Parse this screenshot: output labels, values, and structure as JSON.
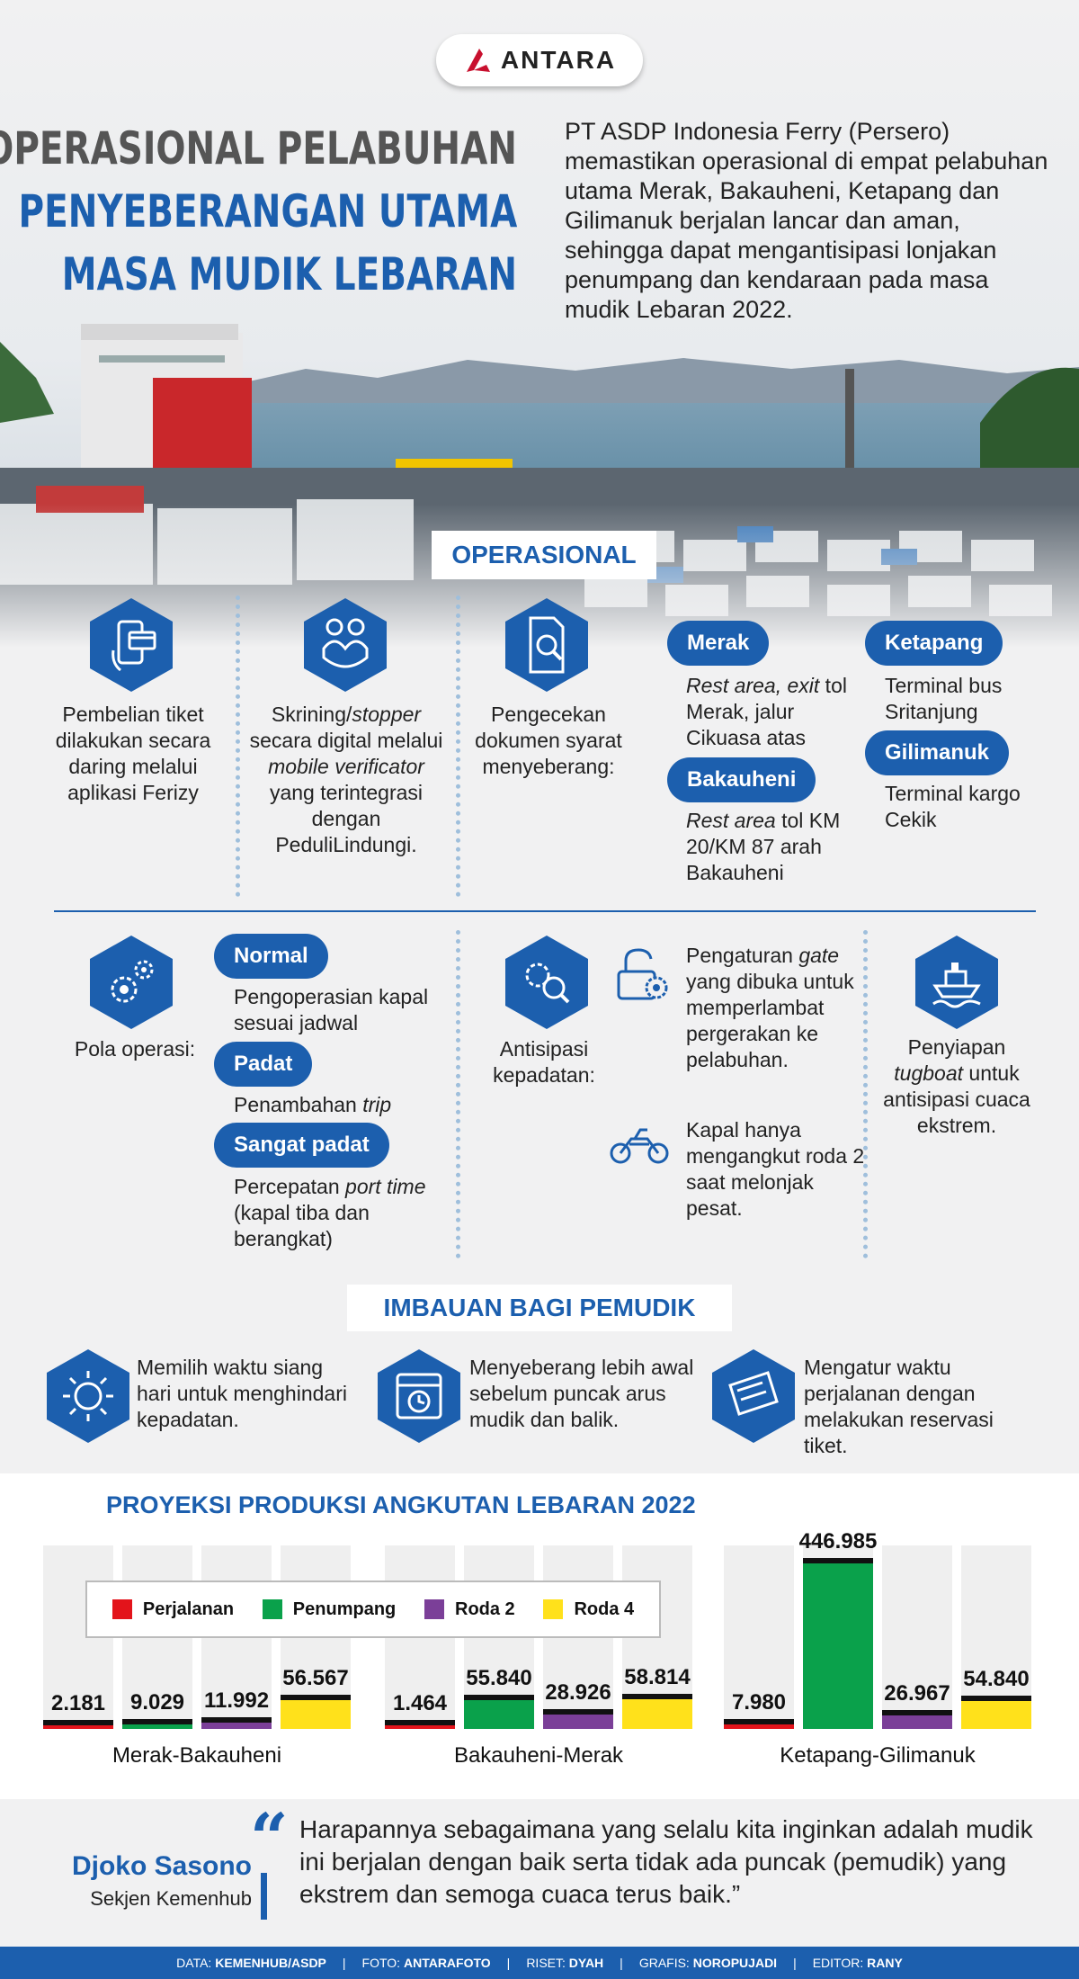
{
  "brand": "ANTARA",
  "title": [
    "OPERASIONAL PELABUHAN",
    "PENYEBERANGAN UTAMA",
    "MASA MUDIK LEBARAN"
  ],
  "intro": "PT ASDP Indonesia Ferry (Persero) memastikan operasional di empat pelabuhan utama Merak, Bakauheni, Ketapang dan Gilimanuk berjalan lancar dan aman, sehingga dapat mengantisipasi lonjakan penumpang dan kendaraan pada masa mudik Lebaran 2022.",
  "operasional": {
    "heading": "OPERASIONAL",
    "ticket": {
      "icon": "phone-card-icon",
      "text": "Pembelian tiket dilakukan secara daring melalui aplikasi Ferizy"
    },
    "screening": {
      "icon": "people-shield-icon",
      "pre": "Skrining/",
      "em1": "stopper",
      "mid": " secara digital melalui ",
      "em2": "mobile verificator",
      "post": " yang terintegrasi dengan PeduliLindungi."
    },
    "document": {
      "icon": "document-search-icon",
      "text": "Pengecekan dokumen syarat menyeberang:"
    },
    "locations": [
      {
        "name": "Merak",
        "em": "Rest area, exit",
        "text": " tol Merak, jalur Cikuasa atas"
      },
      {
        "name": "Bakauheni",
        "em": "Rest area",
        "text": " tol KM 20/KM 87 arah Bakauheni"
      },
      {
        "name": "Ketapang",
        "em": "",
        "text": "Terminal bus Sritanjung"
      },
      {
        "name": "Gilimanuk",
        "em": "",
        "text": "Terminal kargo Cekik"
      }
    ]
  },
  "pola": {
    "icon": "gears-icon",
    "label": "Pola operasi:",
    "modes": [
      {
        "name": "Normal",
        "text": "Pengoperasian kapal sesuai jadwal"
      },
      {
        "name": "Padat",
        "text": "Penambahan ",
        "em": "trip"
      },
      {
        "name": "Sangat padat",
        "text": "Percepatan ",
        "em": "port time",
        "post": " (kapal tiba dan berangkat)"
      }
    ]
  },
  "antisipasi": {
    "icon": "gear-search-icon",
    "label": "Antisipasi kepadatan:",
    "items": [
      {
        "icon": "lock-gear-icon",
        "pre": "Pengaturan ",
        "em": "gate",
        "post": " yang dibuka untuk memperlambat pergerakan ke pelabuhan."
      },
      {
        "icon": "motorcycle-icon",
        "text": "Kapal hanya mengangkut roda 2 saat melonjak pesat."
      }
    ]
  },
  "tugboat": {
    "icon": "ship-icon",
    "pre": "Penyiapan ",
    "em": "tugboat",
    "post": " untuk antisipasi cuaca ekstrem."
  },
  "imbauan": {
    "heading": "IMBAUAN BAGI PEMUDIK",
    "items": [
      {
        "icon": "sun-icon",
        "text": "Memilih waktu siang hari untuk menghindari kepadatan."
      },
      {
        "icon": "calendar-clock-icon",
        "text": "Menyeberang lebih awal sebelum puncak arus mudik dan balik."
      },
      {
        "icon": "ticket-icon",
        "text": "Mengatur waktu perjalanan dengan melakukan reservasi tiket."
      }
    ]
  },
  "chart_data": {
    "type": "bar",
    "title": "PROYEKSI PRODUKSI ANGKUTAN LEBARAN 2022",
    "categories": [
      "Merak-Bakauheni",
      "Bakauheni-Merak",
      "Ketapang-Gilimanuk"
    ],
    "series": [
      {
        "name": "Perjalanan",
        "color": "#e3141b",
        "values": [
          2181,
          1464,
          7980
        ],
        "labels": [
          "2.181",
          "1.464",
          "7.980"
        ]
      },
      {
        "name": "Penumpang",
        "color": "#0aa14b",
        "values": [
          9029,
          55840,
          446985
        ],
        "labels": [
          "9.029",
          "55.840",
          "446.985"
        ]
      },
      {
        "name": "Roda 2",
        "color": "#7b3f98",
        "values": [
          11992,
          28926,
          26967
        ],
        "labels": [
          "11.992",
          "28.926",
          "26.967"
        ]
      },
      {
        "name": "Roda 4",
        "color": "#ffe11b",
        "values": [
          56567,
          58814,
          54840
        ],
        "labels": [
          "56.567",
          "58.814",
          "54.840"
        ]
      }
    ]
  },
  "quote": {
    "text": "Harapannya sebagaimana yang selalu kita inginkan adalah mudik ini berjalan dengan baik serta tidak ada puncak (pemudik) yang ekstrem dan semoga cuaca terus baik.”",
    "name": "Djoko Sasono",
    "role": "Sekjen Kemenhub"
  },
  "footer": [
    {
      "label": "DATA:",
      "value": "KEMENHUB/ASDP"
    },
    {
      "label": "FOTO:",
      "value": "ANTARAFOTO"
    },
    {
      "label": "RISET:",
      "value": "DYAH"
    },
    {
      "label": "GRAFIS:",
      "value": "NOROPUJADI"
    },
    {
      "label": "EDITOR:",
      "value": "RANY"
    }
  ]
}
